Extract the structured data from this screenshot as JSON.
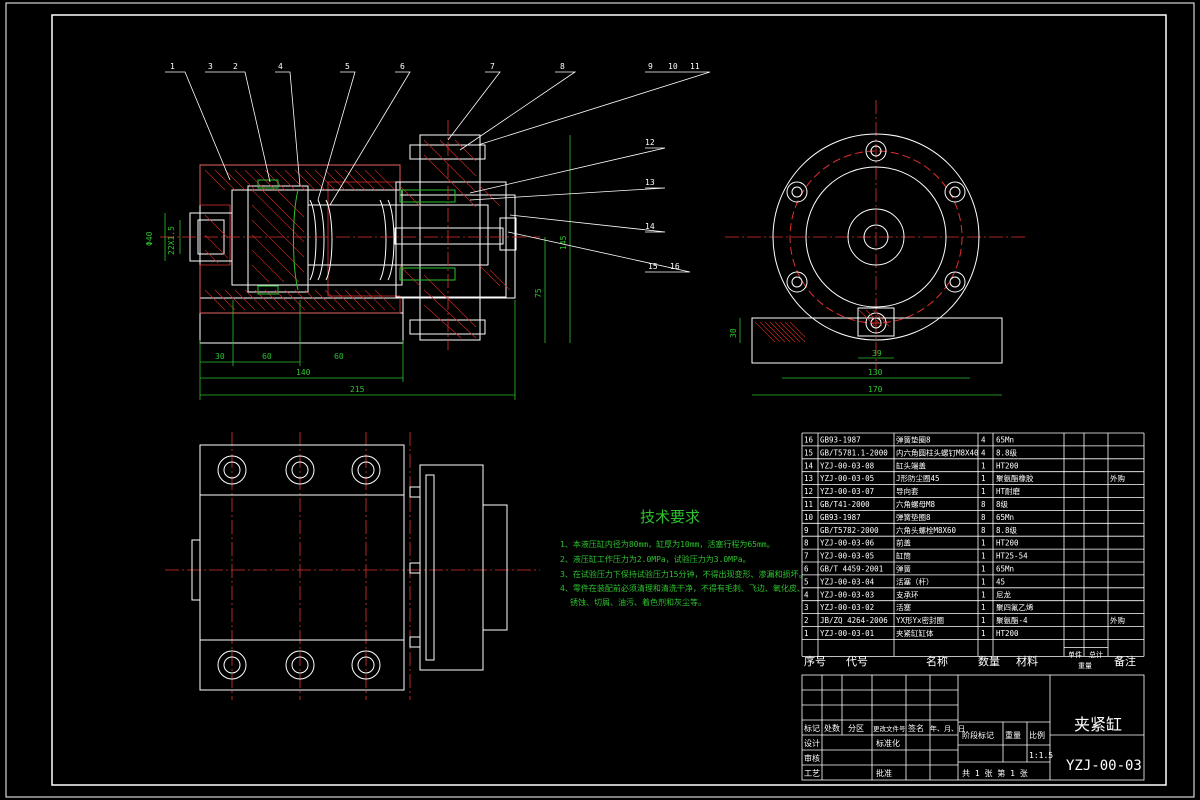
{
  "drawing": {
    "title": "夹紧缸",
    "code": "YZJ-00-03",
    "scale": "1:1.5",
    "sheet_info": "共 1 张  第 1 张",
    "tech_req_title": "技术要求",
    "tech_req": [
      "1、本液压缸内径为80mm，缸厚为10mm，活塞行程为65mm。",
      "2、液压缸工作压力为2.0MPa，试验压力为3.0MPa。",
      "3、在试验压力下保持试验压力15分钟，不得出现变形、渗漏和损坏。",
      "4、零件在装配前必须清理和清洗干净，不得有毛刺、飞边、氧化皮、",
      "锈蚀、切屑、油污、着色剂和灰尘等。"
    ]
  },
  "callouts": [
    "1",
    "3",
    "2",
    "4",
    "5",
    "6",
    "7",
    "8",
    "9",
    "10",
    "11",
    "12",
    "13",
    "14",
    "15",
    "16"
  ],
  "dims": {
    "d30": "30",
    "d60a": "60",
    "d60b": "60",
    "d140": "140",
    "d215": "215",
    "d40": "Φ40",
    "d22": "22X1.5",
    "d145": "145",
    "d75": "75",
    "r30": "30",
    "r39": "39",
    "r130": "130",
    "r170": "170"
  },
  "bom": {
    "header": {
      "no": "序号",
      "code": "代号",
      "name": "名称",
      "qty": "数量",
      "material": "材料",
      "unit": "单件",
      "total": "总计",
      "weight": "重量",
      "note": "备注"
    },
    "rows": [
      {
        "no": "16",
        "code": "GB93-1987",
        "name": "弹簧垫圈8",
        "qty": "4",
        "material": "65Mn",
        "note": ""
      },
      {
        "no": "15",
        "code": "GB/T5781.1-2000",
        "name": "内六角圆柱头螺钉M8X40",
        "qty": "4",
        "material": "8.8级",
        "note": ""
      },
      {
        "no": "14",
        "code": "YZJ-00-03-08",
        "name": "缸头端盖",
        "qty": "1",
        "material": "HT200",
        "note": ""
      },
      {
        "no": "13",
        "code": "YZJ-00-03-05",
        "name": "J形防尘圈45",
        "qty": "1",
        "material": "聚氨酯橡胶",
        "note": "外购"
      },
      {
        "no": "12",
        "code": "YZJ-00-03-07",
        "name": "导向套",
        "qty": "1",
        "material": "HT耐磨",
        "note": ""
      },
      {
        "no": "11",
        "code": "GB/T41-2000",
        "name": "六角螺母M8",
        "qty": "8",
        "material": "8级",
        "note": ""
      },
      {
        "no": "10",
        "code": "GB93-1987",
        "name": "弹簧垫圈8",
        "qty": "8",
        "material": "65Mn",
        "note": ""
      },
      {
        "no": "9",
        "code": "GB/T5782-2000",
        "name": "六角头螺栓M8X60",
        "qty": "8",
        "material": "8.8级",
        "note": ""
      },
      {
        "no": "8",
        "code": "YZJ-00-03-06",
        "name": "前盖",
        "qty": "1",
        "material": "HT200",
        "note": ""
      },
      {
        "no": "7",
        "code": "YZJ-00-03-05",
        "name": "缸筒",
        "qty": "1",
        "material": "HT25-54",
        "note": ""
      },
      {
        "no": "6",
        "code": "GB/T 4459-2001",
        "name": "弹簧",
        "qty": "1",
        "material": "65Mn",
        "note": ""
      },
      {
        "no": "5",
        "code": "YZJ-00-03-04",
        "name": "活塞（杆）",
        "qty": "1",
        "material": "45",
        "note": ""
      },
      {
        "no": "4",
        "code": "YZJ-00-03-03",
        "name": "支承环",
        "qty": "1",
        "material": "尼龙",
        "note": ""
      },
      {
        "no": "3",
        "code": "YZJ-00-03-02",
        "name": "活塞",
        "qty": "1",
        "material": "聚四氟乙烯",
        "note": ""
      },
      {
        "no": "2",
        "code": "JB/ZQ 4264-2006",
        "name": "YX形Yx密封圈",
        "qty": "1",
        "material": "聚氨酯-4",
        "note": "外购"
      },
      {
        "no": "1",
        "code": "YZJ-00-03-01",
        "name": "夹紧缸缸体",
        "qty": "1",
        "material": "HT200",
        "note": ""
      }
    ]
  },
  "titleblock": {
    "mark": "标记",
    "count": "处数",
    "zone": "分区",
    "docno": "更改文件号",
    "sign": "签名",
    "date": "年、月、日",
    "design": "设计",
    "std": "标准化",
    "stage": "阶段标记",
    "weight": "重量",
    "ratio": "比例",
    "check": "审核",
    "process": "工艺",
    "approve": "批准"
  }
}
